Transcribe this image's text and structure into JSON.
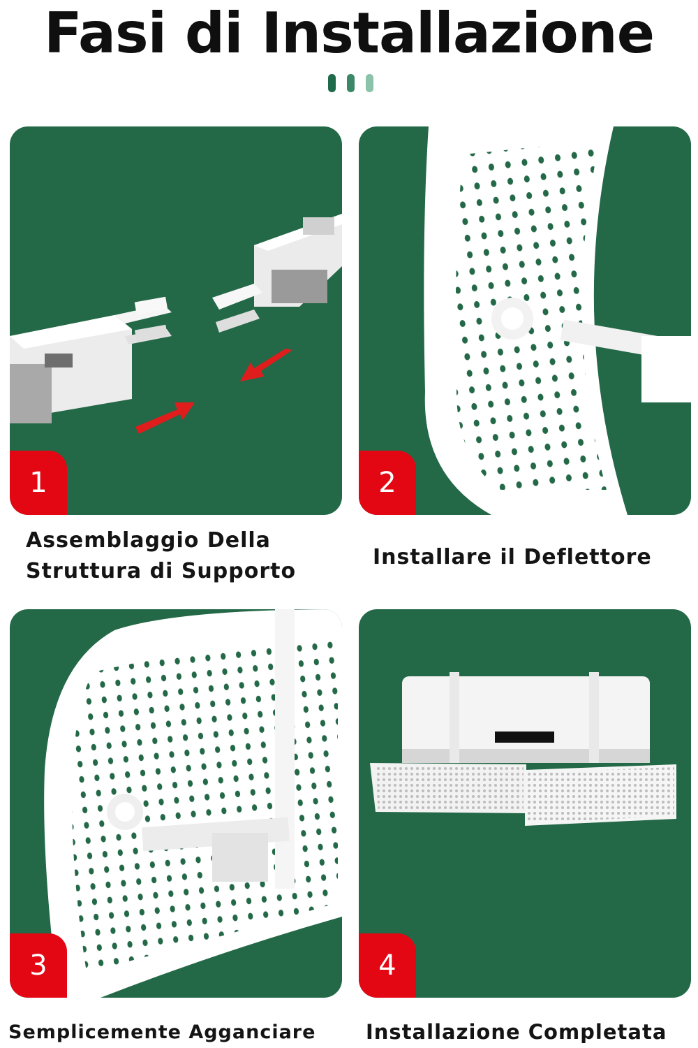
{
  "page": {
    "title": "Fasi di Installazione"
  },
  "colors": {
    "panel_green": "#236847",
    "badge_red": "#e30613",
    "dot_dark": "#1f6a4a",
    "dot_mid": "#3c8767",
    "dot_light": "#8cc2a9"
  },
  "steps": [
    {
      "number": "1",
      "caption_line1": "Assemblaggio Della",
      "caption_line2": "Struttura di Supporto"
    },
    {
      "number": "2",
      "caption": "Installare il Deflettore"
    },
    {
      "number": "3",
      "caption": "Semplicemente Agganciare"
    },
    {
      "number": "4",
      "caption": "Installazione Completata"
    }
  ]
}
